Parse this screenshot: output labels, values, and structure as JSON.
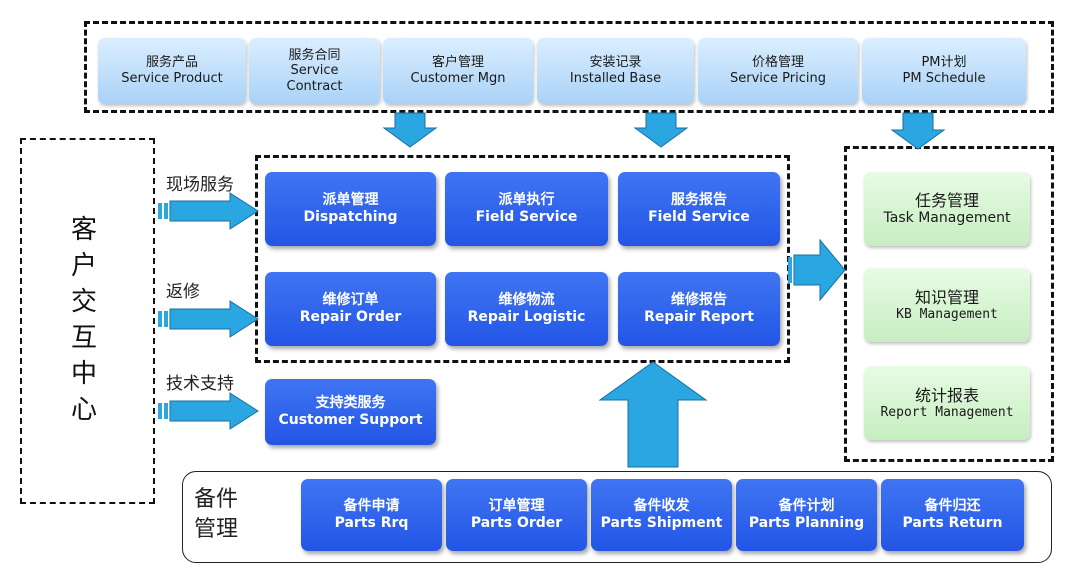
{
  "top_modules": [
    {
      "cn": "服务产品",
      "en": "Service Product"
    },
    {
      "cn": "服务合同",
      "en": "Service Contract"
    },
    {
      "cn": "客户管理",
      "en": "Customer Mgn"
    },
    {
      "cn": "安装记录",
      "en": "Installed Base"
    },
    {
      "cn": "价格管理",
      "en": "Service Pricing"
    },
    {
      "cn": "PM计划",
      "en": "PM Schedule"
    }
  ],
  "customer_center": "客户交互中心",
  "channels": [
    "现场服务",
    "返修",
    "技术支持"
  ],
  "core_modules": [
    {
      "cn": "派单管理",
      "en": "Dispatching"
    },
    {
      "cn": "派单执行",
      "en": "Field Service"
    },
    {
      "cn": "服务报告",
      "en": "Field Service"
    },
    {
      "cn": "维修订单",
      "en": "Repair Order"
    },
    {
      "cn": "维修物流",
      "en": "Repair Logistic"
    },
    {
      "cn": "维修报告",
      "en": "Repair Report"
    }
  ],
  "support_module": {
    "cn": "支持类服务",
    "en": "Customer Support"
  },
  "right_modules": [
    {
      "cn": "任务管理",
      "en": "Task Management"
    },
    {
      "cn": "知识管理",
      "en": "KB Management"
    },
    {
      "cn": "统计报表",
      "en": "Report Management"
    }
  ],
  "parts_group": "备件管理",
  "parts_modules": [
    {
      "cn": "备件申请",
      "en": "Parts Rrq"
    },
    {
      "cn": "订单管理",
      "en": "Parts Order"
    },
    {
      "cn": "备件收发",
      "en": "Parts Shipment"
    },
    {
      "cn": "备件计划",
      "en": "Parts Planning"
    },
    {
      "cn": "备件归还",
      "en": "Parts Return"
    }
  ],
  "colors": {
    "dark_blue": "#2c5ff0",
    "light_blue": "#b8dcfa",
    "green": "#d5f5d0",
    "arrow": "#2aa6e0"
  }
}
